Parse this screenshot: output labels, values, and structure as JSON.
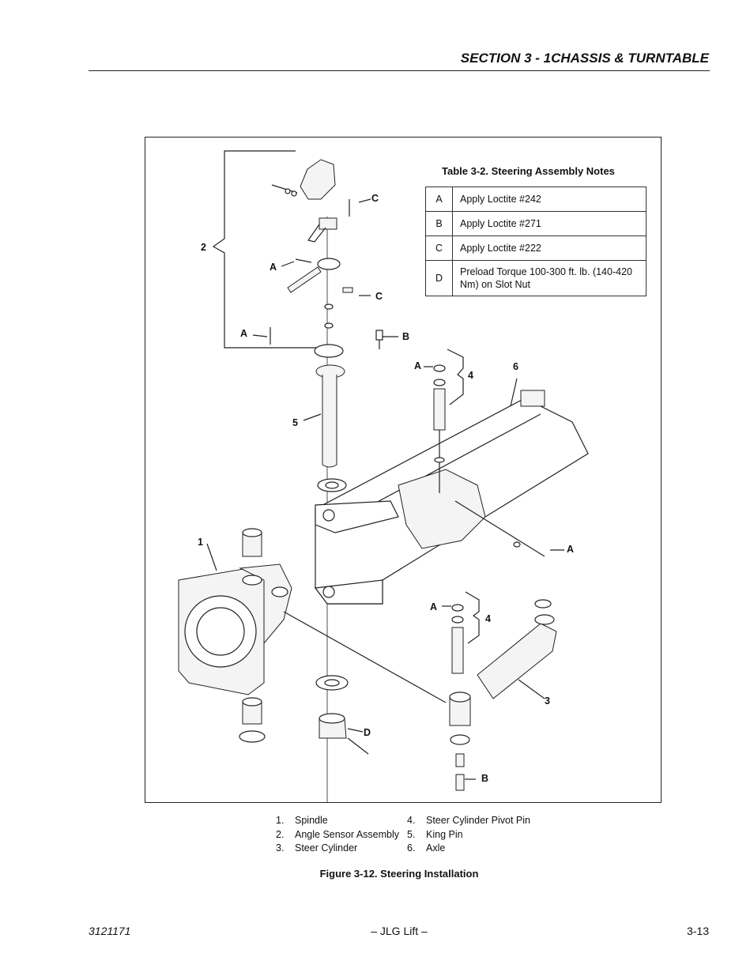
{
  "header": {
    "section_title": "SECTION 3 - 1CHASSIS & TURNTABLE"
  },
  "notes_table": {
    "title": "Table 3-2. Steering Assembly Notes",
    "rows": [
      {
        "key": "A",
        "note": "Apply Loctite #242"
      },
      {
        "key": "B",
        "note": "Apply Loctite #271"
      },
      {
        "key": "C",
        "note": "Apply Loctite #222"
      },
      {
        "key": "D",
        "note": "Preload Torque 100-300 ft. lb. (140-420 Nm) on Slot Nut"
      }
    ]
  },
  "diagram_callouts": {
    "c1": "C",
    "c2": "C",
    "a1": "A",
    "a2": "A",
    "a3": "A",
    "a4": "A",
    "a5": "A",
    "b1": "B",
    "b2": "B",
    "d1": "D",
    "n1": "1",
    "n2": "2",
    "n3": "3",
    "n4a": "4",
    "n4b": "4",
    "n5": "5",
    "n6": "6"
  },
  "legend": {
    "left": [
      {
        "num": "1.",
        "label": "Spindle"
      },
      {
        "num": "2.",
        "label": "Angle Sensor Assembly"
      },
      {
        "num": "3.",
        "label": "Steer Cylinder"
      }
    ],
    "right": [
      {
        "num": "4.",
        "label": "Steer Cylinder Pivot Pin"
      },
      {
        "num": "5.",
        "label": "King Pin"
      },
      {
        "num": "6.",
        "label": "Axle"
      }
    ]
  },
  "figure_caption": "Figure 3-12.  Steering Installation",
  "footer": {
    "doc_number": "3121171",
    "publisher": "– JLG Lift –",
    "page_number": "3-13"
  }
}
